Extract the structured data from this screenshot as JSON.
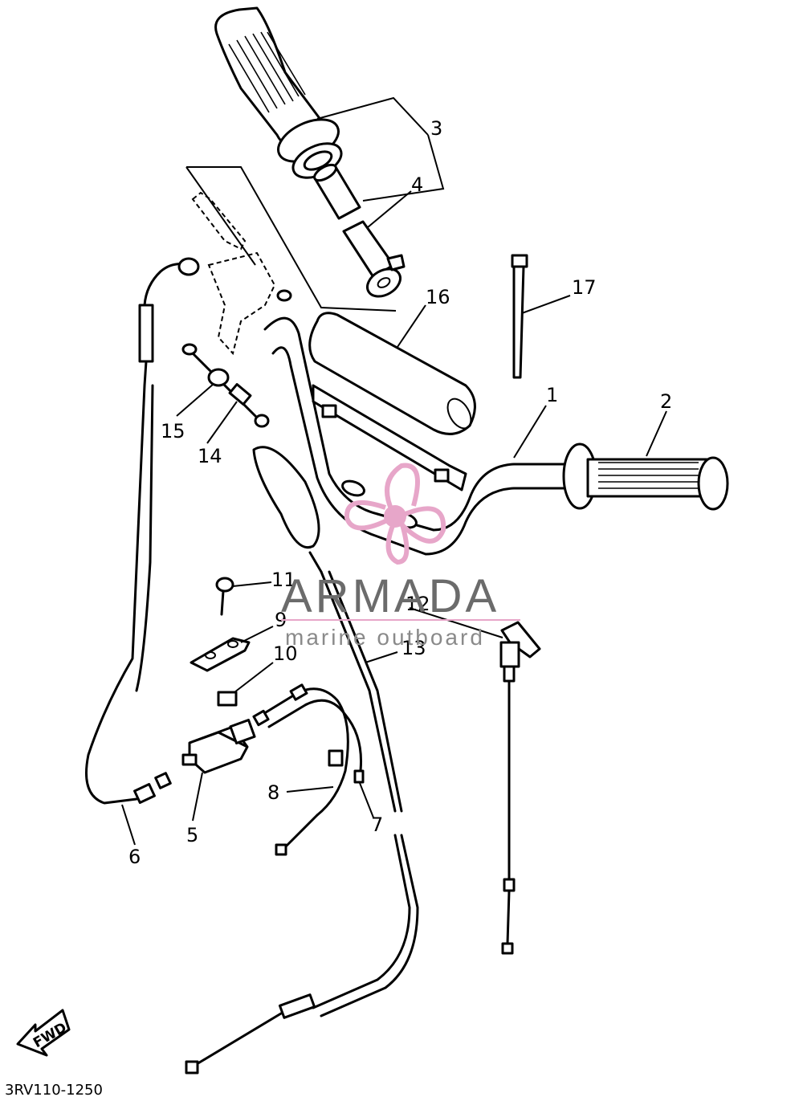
{
  "watermark": {
    "brand": "ARMADA",
    "tagline": "marine outboard",
    "accent_color": "#e7a6c9",
    "text_color": "#6b6b6b"
  },
  "callouts": [
    {
      "number": "1",
      "part": "handlebar"
    },
    {
      "number": "2",
      "part": "grip-left"
    },
    {
      "number": "3",
      "part": "throttle-grip-assembly"
    },
    {
      "number": "4",
      "part": "throttle-sleeve"
    },
    {
      "number": "5",
      "part": "lever-holder"
    },
    {
      "number": "6",
      "part": "clutch-cable"
    },
    {
      "number": "7",
      "part": "cable-end-7"
    },
    {
      "number": "8",
      "part": "cable-8"
    },
    {
      "number": "9",
      "part": "bracket-plate"
    },
    {
      "number": "10",
      "part": "clip"
    },
    {
      "number": "11",
      "part": "screw"
    },
    {
      "number": "12",
      "part": "hot-start-lever"
    },
    {
      "number": "13",
      "part": "throttle-cable"
    },
    {
      "number": "14",
      "part": "adjuster"
    },
    {
      "number": "15",
      "part": "lock-nut"
    },
    {
      "number": "16",
      "part": "handlebar-pad"
    },
    {
      "number": "17",
      "part": "cable-tie"
    }
  ],
  "fwd_label": "FWD",
  "diagram_code": "3RV110-1250"
}
